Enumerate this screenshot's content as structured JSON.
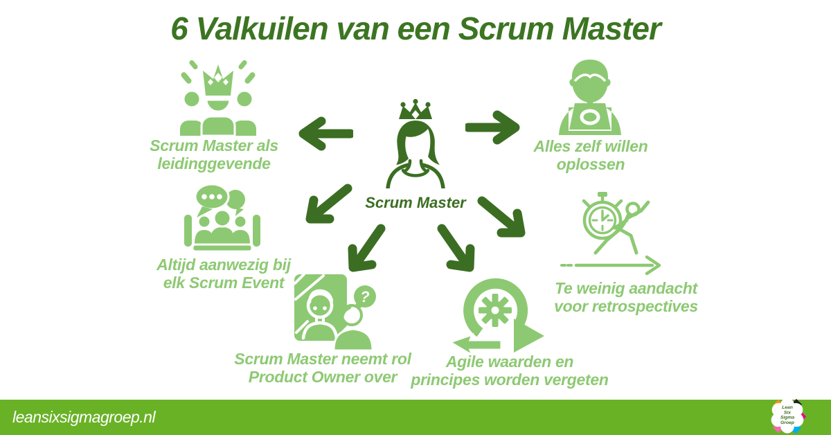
{
  "title": "6 Valkuilen van een Scrum Master",
  "center": {
    "label": "Scrum Master",
    "icon": "crowned-scrum-master-icon"
  },
  "pitfalls": [
    {
      "name": "leader",
      "icon": "team-leader-crown-icon",
      "lines": [
        "Scrum Master als",
        "leidinggevende"
      ]
    },
    {
      "name": "solve-everything-alone",
      "icon": "person-laptop-icon",
      "lines": [
        "Alles zelf willen",
        "oplossen"
      ]
    },
    {
      "name": "always-present",
      "icon": "meeting-table-icon",
      "lines": [
        "Altijd aanwezig bij",
        "elk Scrum Event"
      ]
    },
    {
      "name": "too-little-retrospectives",
      "icon": "runner-stopwatch-icon",
      "lines": [
        "Te weinig aandacht",
        "voor retrospectives"
      ]
    },
    {
      "name": "product-owner-takeover",
      "icon": "two-people-question-icon",
      "icon_glyph": "?",
      "lines": [
        "Scrum Master neemt rol",
        "Product Owner over"
      ]
    },
    {
      "name": "agile-values-forgotten",
      "icon": "agile-sprint-gear-icon",
      "lines": [
        "Agile waarden en",
        "principes worden vergeten"
      ]
    }
  ],
  "footer": {
    "website": "leansixsigmagroep.nl",
    "logo": {
      "lines": [
        "Lean",
        "Six",
        "Sigma",
        "Groep"
      ]
    }
  },
  "colors": {
    "title_green": "#3c7522",
    "dark_green": "#3b6e22",
    "light_green": "#8dc973",
    "footer_green": "#69b226",
    "logo_orange": "#f7941d",
    "logo_black": "#231f20",
    "logo_magenta": "#ec008c",
    "logo_cyan": "#00aeef",
    "logo_pink": "#f06eaa",
    "white": "#ffffff"
  }
}
